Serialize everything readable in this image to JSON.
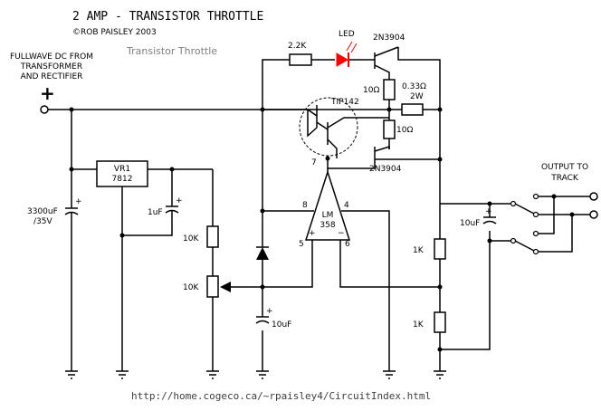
{
  "title": "2 AMP - TRANSISTOR THROTTLE",
  "author": "©ROB PAISLEY 2003",
  "subtitle": "Transistor Throttle",
  "input_label": [
    "FULLWAVE DC FROM",
    "TRANSFORMER",
    "AND RECTIFIER"
  ],
  "plus_sign": "+",
  "output_label": [
    "OUTPUT TO",
    "TRACK"
  ],
  "url": "http://home.cogeco.ca/~rpaisley4/CircuitIndex.html",
  "components": {
    "r_2k2": "2.2K",
    "led": "LED",
    "q_top": "2N3904",
    "r_10_top": "10Ω",
    "r_033": "0.33Ω",
    "r_033_rating": "2W",
    "darlington": "TIP142",
    "r_10_mid": "10Ω",
    "q_bottom": "2N3904",
    "regulator_name": "VR1",
    "regulator_part": "7812",
    "c_input": [
      "3300uF",
      "/35V"
    ],
    "c_1uf": "1uF",
    "r_10k_top": "10K",
    "r_10k_pot": "10K",
    "c_10uf": "10uF",
    "opamp": [
      "LM",
      "358"
    ],
    "pin_7": "7",
    "pin_8": "8",
    "pin_4": "4",
    "pin_5": "5",
    "pin_6": "6",
    "opamp_plus": "+",
    "opamp_minus": "−",
    "c_out": "10uF",
    "r_1k_top": "1K",
    "r_1k_bottom": "1K",
    "plus_pol": "+"
  },
  "colors": {
    "led": "#ff0000",
    "subtitle": "#808080",
    "url": "#404040"
  }
}
